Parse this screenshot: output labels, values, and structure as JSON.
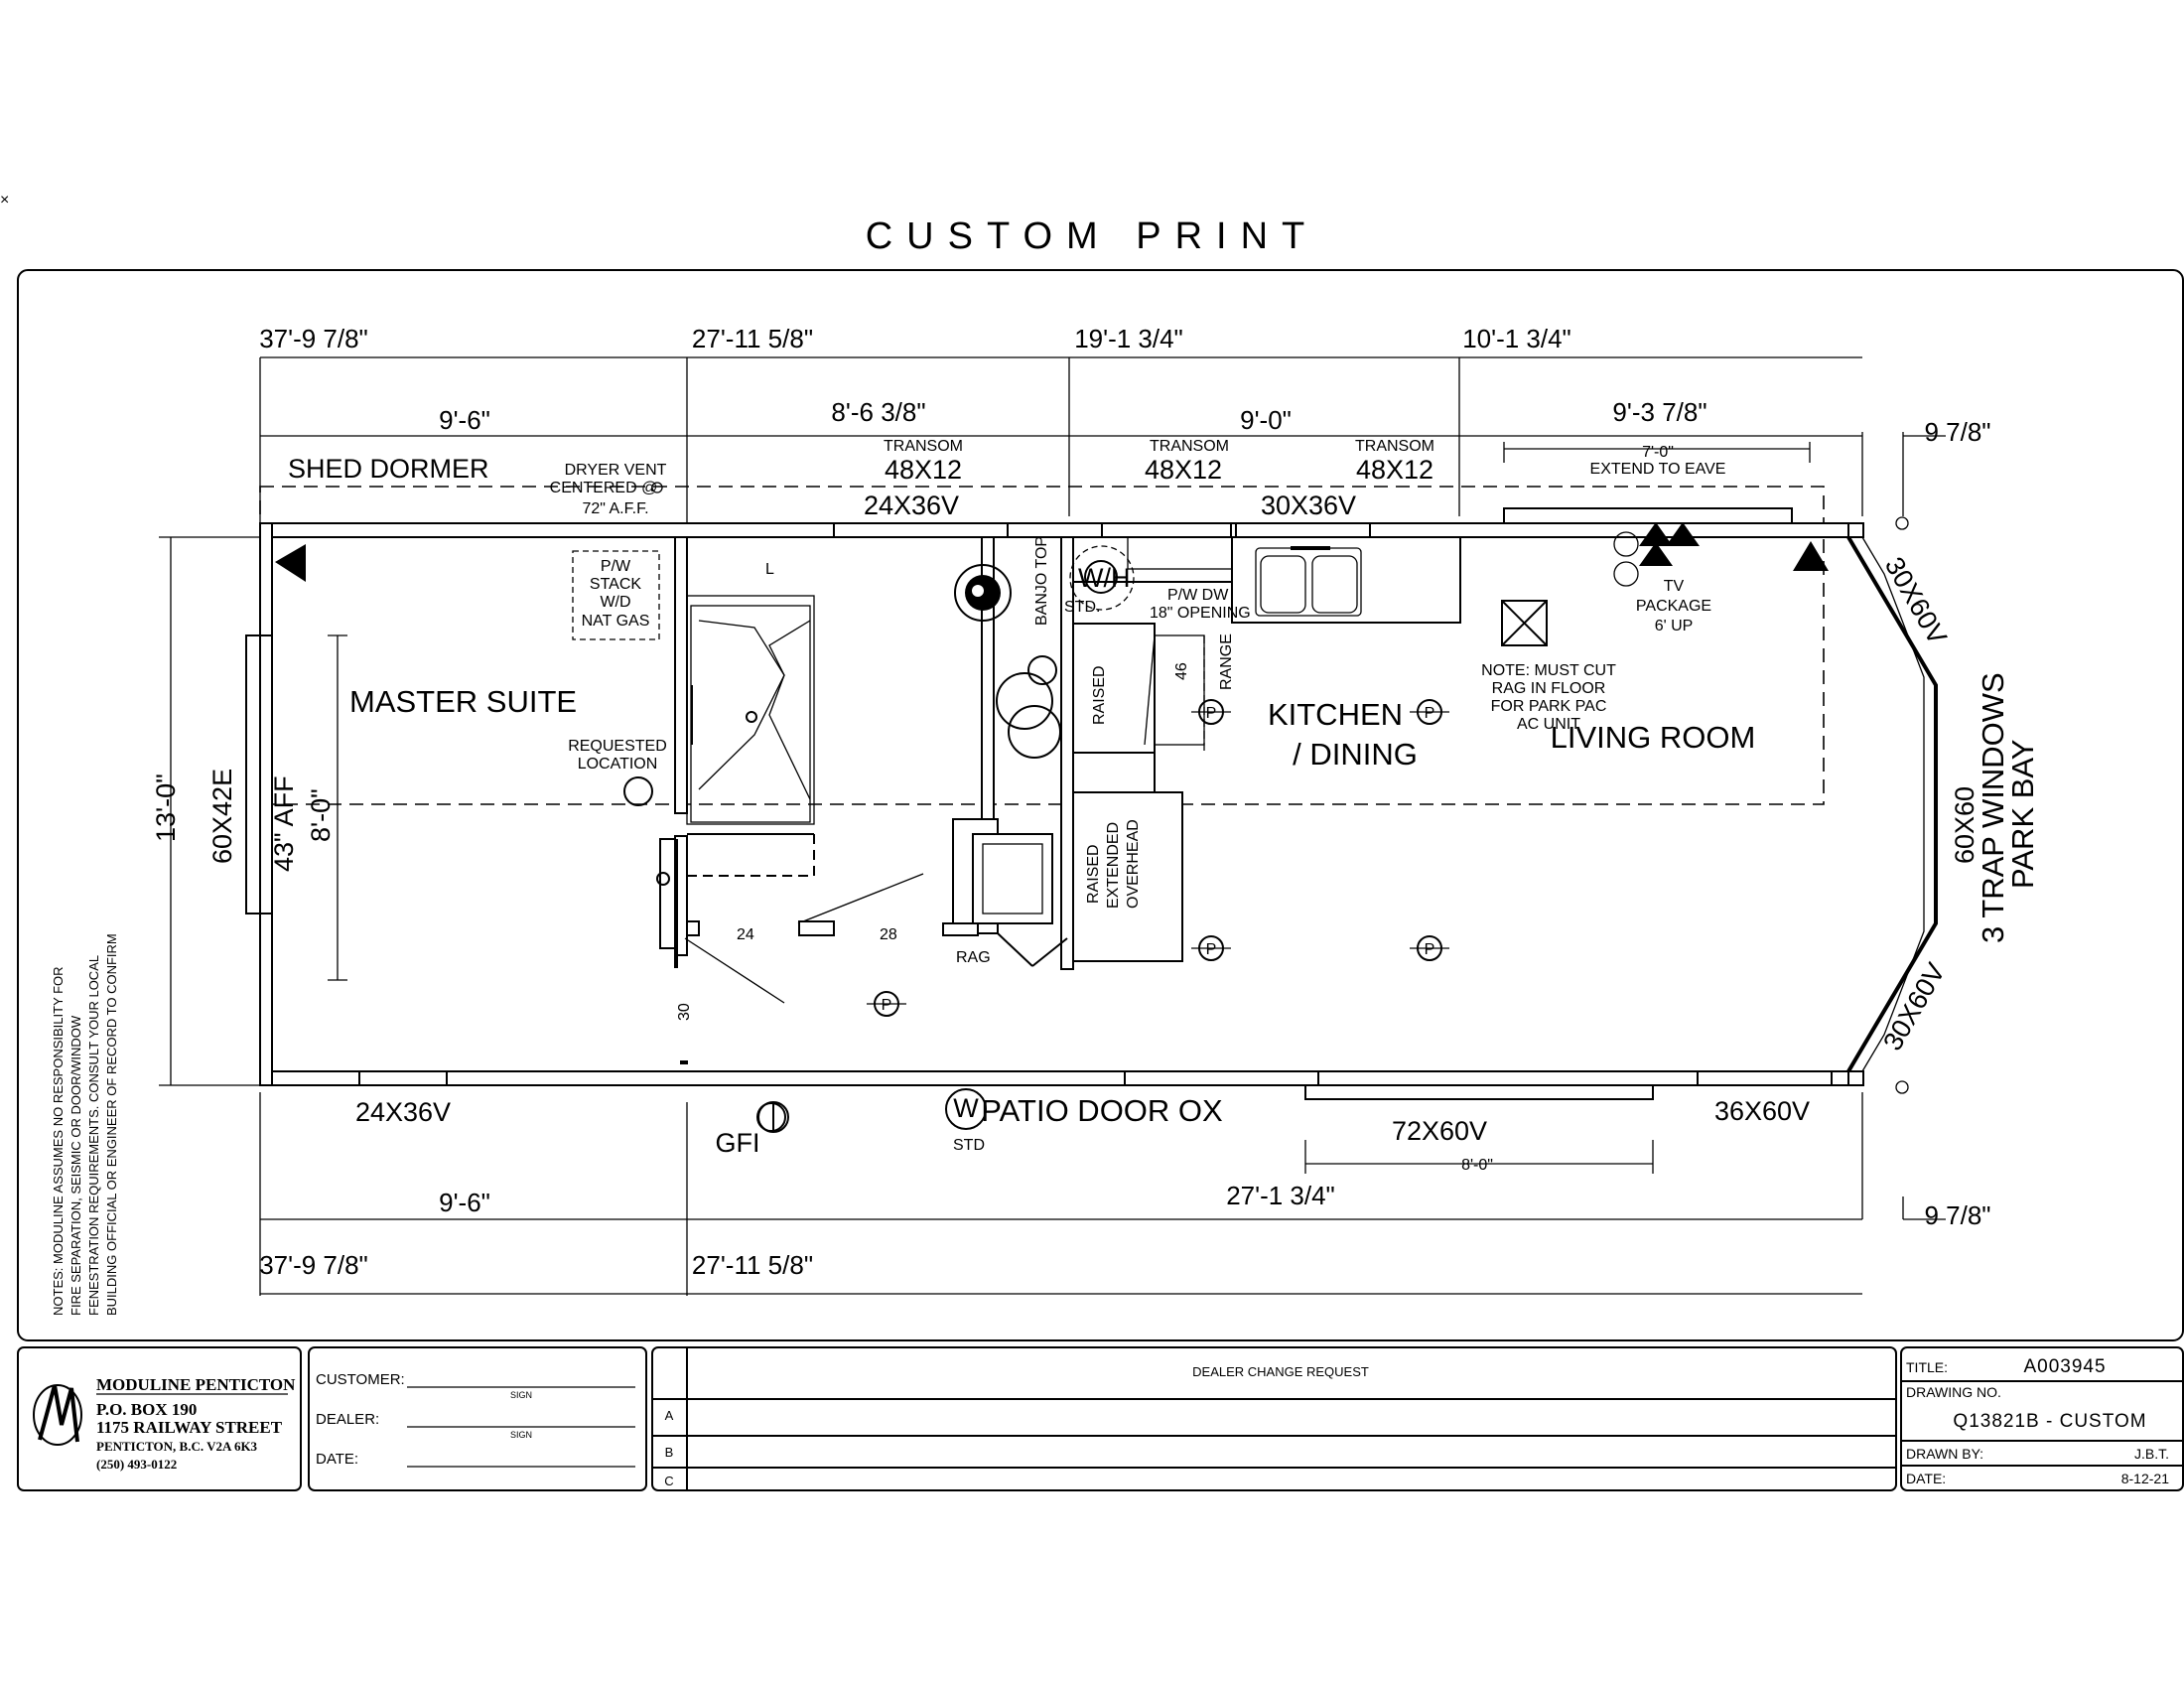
{
  "title": "CUSTOM PRINT",
  "marker": "×",
  "dims": {
    "top_cum_1": "37'-9 7/8\"",
    "top_cum_2": "27'-11 5/8\"",
    "top_cum_3": "19'-1 3/4\"",
    "top_cum_4": "10'-1 3/4\"",
    "top_seg_1": "9'-6\"",
    "top_seg_2": "8'-6 3/8\"",
    "top_seg_3": "9'-0\"",
    "top_seg_4": "9'-3 7/8\"",
    "top_seg_5": "9 7/8\"",
    "eave_len": "7'-0\"",
    "eave_note": "EXTEND TO EAVE",
    "width": "13'-0\"",
    "bot_seg_1": "9'-6\"",
    "bot_seg_2": "27'-1 3/4\"",
    "bot_seg_3": "9 7/8\"",
    "bot_cum_1": "37'-9 7/8\"",
    "bot_cum_2": "27'-11 5/8\"",
    "door_width": "8'-0\"",
    "window_height": "8'-0\"",
    "window_aff": "43\" AFF"
  },
  "labels": {
    "shed_dormer": "SHED DORMER",
    "dryer_vent_1": "DRYER VENT",
    "dryer_vent_2": "CENTERED @",
    "dryer_vent_3": "72\" A.F.F.",
    "transom": "TRANSOM",
    "win_48x12": "48X12",
    "win_48x12_b": "48X12",
    "win_48x12_c": "48X12",
    "win_24x36_top": "24X36V",
    "win_30x36_top": "30X36V",
    "pw_1": "P/W",
    "pw_2": "STACK",
    "pw_3": "W/D",
    "pw_4": "NAT GAS",
    "master": "MASTER SUITE",
    "requested_1": "REQUESTED",
    "requested_2": "LOCATION",
    "win_60x42e": "60X42E",
    "banjo": "BANJO TOP",
    "std_1": "STD.",
    "wh": "W/H",
    "pwdw": "P/W DW",
    "opening": "18\" OPENING",
    "range": "RANGE",
    "range_46": "46",
    "raised": "RAISED",
    "raised_ext_1": "RAISED",
    "raised_ext_2": "EXTENDED",
    "raised_ext_3": "OVERHEAD",
    "kitchen_1": "KITCHEN",
    "kitchen_2": "/ DINING",
    "living": "LIVING ROOM",
    "note_1": "NOTE: MUST CUT",
    "note_2": "RAG IN FLOOR",
    "note_3": "FOR PARK PAC",
    "note_4": "AC UNIT",
    "tv_1": "TV",
    "tv_2": "PACKAGE",
    "tv_3": "6' UP",
    "bay_1": "3 TRAP WINDOWS",
    "bay_2": "PARK BAY",
    "bay_win_1": "30X60V",
    "bay_win_2": "60X60",
    "bay_win_3": "30X60V",
    "l_mark": "L",
    "n24": "24",
    "n28": "28",
    "n30": "30",
    "rag": "RAG",
    "win_24x36_bot": "24X36V",
    "gfi": "GFI",
    "patio": "PATIO DOOR OX",
    "std_2": "STD",
    "win_72x60": "72X60V",
    "win_36x60": "36X60V",
    "p_mark": "P",
    "w_mark": "W"
  },
  "notes": [
    "NOTES:  MODULINE ASSUMES NO RESPONSIBILITY FOR",
    "FIRE SEPARATION, SEISMIC OR DOOR/WINDOW",
    "FENESTRATION REQUIREMENTS. CONSULT YOUR LOCAL",
    "BUILDING OFFICIAL OR ENGINEER OF RECORD TO CONFIRM"
  ],
  "title_block": {
    "company": "MODULINE PENTICTON",
    "po_box": "P.O. BOX 190",
    "street": "1175 RAILWAY STREET",
    "city": "PENTICTON, B.C. V2A 6K3",
    "phone": "(250) 493-0122",
    "customer_label": "CUSTOMER:",
    "dealer_label": "DEALER:",
    "date_label": "DATE:",
    "sign": "SIGN",
    "dealer_change": "DEALER CHANGE REQUEST",
    "row_a": "A",
    "row_b": "B",
    "row_c": "C",
    "title_label": "TITLE:",
    "title_value": "A003945",
    "drawing_label": "DRAWING NO.",
    "drawing_value": "Q13821B  -  CUSTOM",
    "drawn_label": "DRAWN BY:",
    "drawn_value": "J.B.T.",
    "date_label2": "DATE:",
    "date_value": "8-12-21"
  }
}
